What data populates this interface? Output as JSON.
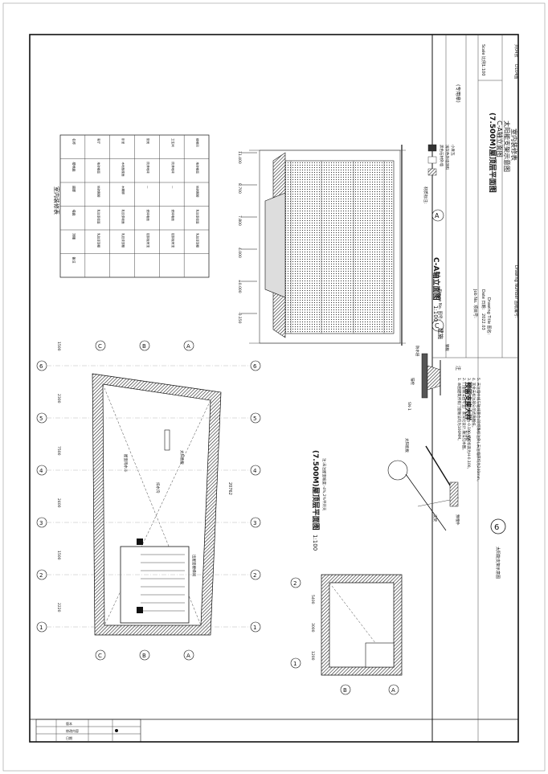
{
  "title_block": {
    "figure_no_label": "Figure No. 图号:",
    "figure_no": "建施",
    "job_no_label": "Job No. 项目号:",
    "date_label": "Date 日期:",
    "date": "2022.03",
    "scale_label": "Scale 比例:",
    "scale": "1:100",
    "drawing_title_label": "Drawing Title 图名:",
    "drawing_title": [
      "(7.500M)屋顶层平面图",
      "C-A轴立面图",
      "太阳能支架示意图",
      "室内装修表"
    ],
    "drawing_number_label": "Drawing Number 图纸编号:",
    "drawing_number_left": "D104图",
    "drawing_number_right": "共04张",
    "seal": "(专用章)"
  },
  "notes": {
    "heading": "注",
    "items": [
      "1. 本图建筑所有门窗做法均为100MM。",
      "2. 门窗做法由专业厂家深化设计,做法见本图。",
      "3. 所有卫生间建筑标高均为-0.100,结构标高为H-0.100。",
      "4. 其余未标注部分见结施图纸。",
      "5. 未注墙中线与轴线重合(除特殊标注外),未注墙厚均为240mm。"
    ]
  },
  "plan": {
    "title": "(7.500M)屋顶层平面图",
    "scale": "1:100",
    "note": "注:未注屋面坡度:-4%,2%平开天",
    "axis_columns": [
      "1",
      "2",
      "3",
      "4",
      "5",
      "6"
    ],
    "axis_rows": [
      "A",
      "B",
      "C"
    ],
    "dims_top": [
      "2220",
      "1500",
      "2400",
      "7500",
      "2300",
      "1500"
    ],
    "total": "20762",
    "labels": [
      "屋面雨水斗",
      "太阳能板",
      "排水沟",
      "出屋面楼梯间"
    ]
  },
  "small_plan": {
    "axis_columns": [
      "1",
      "2"
    ],
    "axis_rows": [
      "A",
      "B"
    ],
    "dims": [
      "5400",
      "3000",
      "1200"
    ]
  },
  "elevation": {
    "title": "C-A轴立面图",
    "scale": "1:100",
    "axis_left": "C",
    "axis_right": "A",
    "levels": [
      "11.400",
      "8.700",
      "7.800",
      "4.000",
      "±0.000",
      "-0.150"
    ],
    "legend_title": "材质标注:",
    "legend_items": [
      "黑色石材外墙",
      "浅灰色外墙涂料",
      "小青瓦"
    ]
  },
  "detail_support": {
    "title": "预留支座大样",
    "scale": "1:30",
    "labels": [
      "钢板",
      "锚栓",
      "防水层",
      "SN-1"
    ]
  },
  "detail_solar": {
    "number": "6",
    "title": "太阳能支架示意图",
    "labels": [
      "太阳能板",
      "支架",
      "预埋件"
    ]
  },
  "finish_table": {
    "title": "室内装修表",
    "headers": [
      "名称",
      "楼地面",
      "踢脚",
      "墙面",
      "顶棚",
      "备注"
    ],
    "rows": [
      [
        "客厅",
        "地砖楼面",
        "地砖踢脚",
        "乳胶漆墙面",
        "乳胶漆顶棚",
        ""
      ],
      [
        "卧室",
        "木地板楼面",
        "木踢脚",
        "乳胶漆墙面",
        "乳胶漆顶棚",
        ""
      ],
      [
        "厨房",
        "防滑地砖",
        "—",
        "瓷砖墙面",
        "铝扣板吊顶",
        ""
      ],
      [
        "卫生间",
        "防滑地砖",
        "—",
        "瓷砖墙面",
        "铝扣板吊顶",
        ""
      ],
      [
        "楼梯间",
        "地砖楼面",
        "地砖踢脚",
        "乳胶漆墙面",
        "乳胶漆顶棚",
        ""
      ]
    ]
  },
  "revision_block": {
    "rows": [
      "版本",
      "修改内容",
      "日期"
    ]
  }
}
